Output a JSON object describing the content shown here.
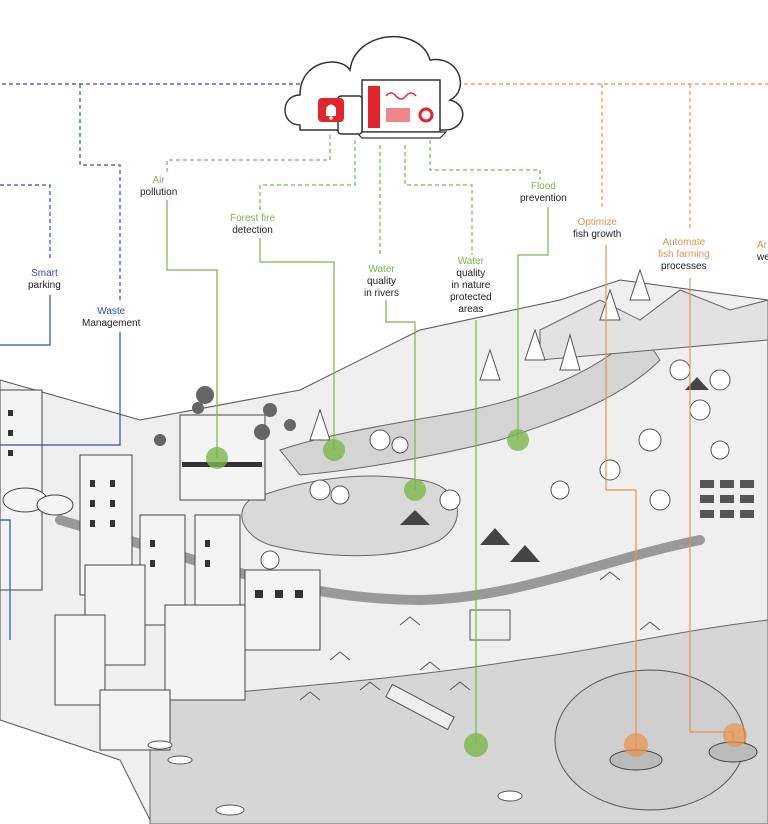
{
  "colors": {
    "green": "#7ab648",
    "blue": "#2450b5",
    "orange": "#e8914a",
    "red": "#e0252b",
    "line_dark": "#333333",
    "ground": "#e9e9e9"
  },
  "icons": [
    "cloud-icon",
    "laptop-icon",
    "bell-icon",
    "phone-icon"
  ],
  "labels": {
    "air": {
      "title": "Air",
      "desc": "pollution"
    },
    "forest_fire": {
      "title": "Forest fire",
      "desc": "detection"
    },
    "water_rivers": {
      "title": "Water",
      "desc_1": "quality",
      "desc_2": "in rivers"
    },
    "water_nature": {
      "title": "Water",
      "desc_1": "quality",
      "desc_2": "in nature",
      "desc_3": "protected",
      "desc_4": "areas"
    },
    "flood": {
      "title": "Flood",
      "desc": "prevention"
    },
    "optimize": {
      "title": "Optimize",
      "desc": "fish growth"
    },
    "automate": {
      "title_1": "Automate",
      "title_2": "fish farming",
      "desc": "processes"
    },
    "ar": {
      "title": "Ar",
      "desc": "we"
    },
    "smart_parking": {
      "title": "Smart",
      "desc": "parking"
    },
    "waste": {
      "title": "Waste",
      "desc": "Management"
    }
  }
}
